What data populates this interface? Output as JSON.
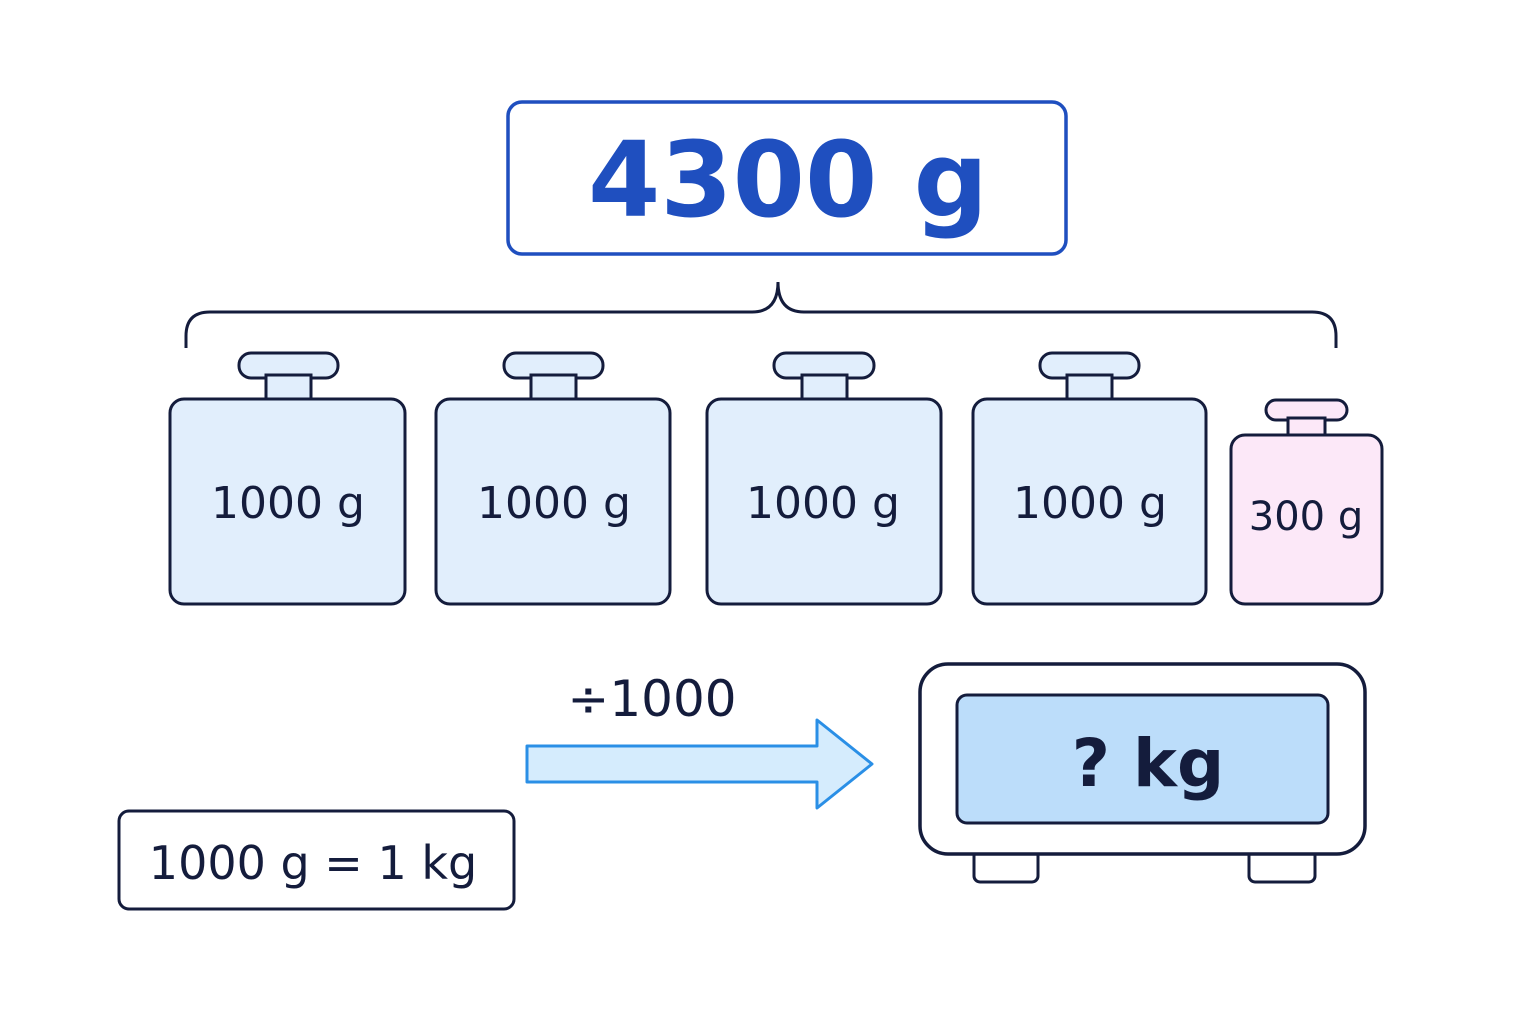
{
  "total": {
    "text": "4300 g"
  },
  "weights": [
    {
      "label": "1000 g"
    },
    {
      "label": "1000 g"
    },
    {
      "label": "1000 g"
    },
    {
      "label": "1000 g"
    },
    {
      "label": "300 g"
    }
  ],
  "conversion": {
    "operation": "÷1000",
    "rule": "1000 g = 1 kg"
  },
  "scale": {
    "display": "? kg"
  },
  "colors": {
    "accent_blue": "#1f4fbf",
    "outline": "#141c3c",
    "weight_fill": "#e1eefc",
    "small_weight_fill": "#fce8f8",
    "arrow_fill": "#d5ecfd",
    "arrow_stroke": "#2a8fe6",
    "display_fill": "#bcddfa"
  }
}
